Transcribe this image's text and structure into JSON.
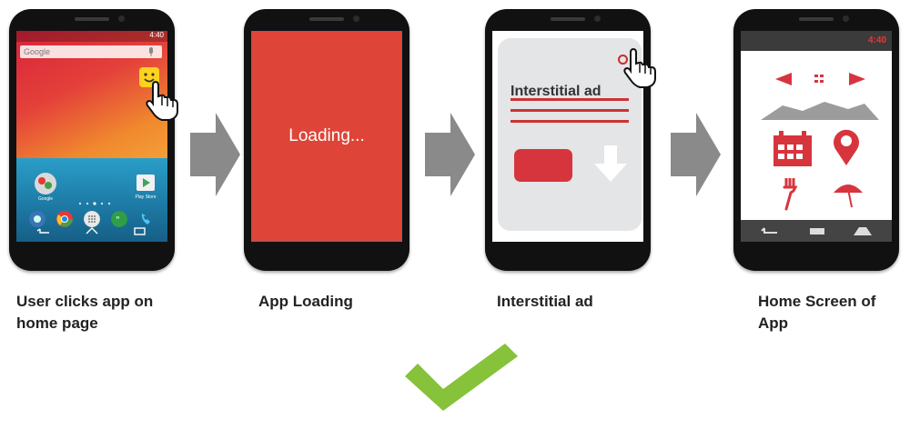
{
  "steps": [
    {
      "caption_line1": "User clicks app on",
      "caption_line2": "home page",
      "screen": {
        "search_label": "Google",
        "status_time": "4:40",
        "app_labels": [
          "Google",
          "Play Store"
        ]
      }
    },
    {
      "caption_line1": "App Loading",
      "caption_line2": "",
      "screen": {
        "loading_text": "Loading..."
      }
    },
    {
      "caption_line1": "Interstitial ad",
      "caption_line2": "",
      "screen": {
        "ad_title": "Interstitial ad"
      }
    },
    {
      "caption_line1": "Home Screen of",
      "caption_line2": "App",
      "screen": {
        "status_time": "4:40"
      }
    }
  ],
  "icons": [
    "hand-pointer-icon",
    "arrow-right-icon",
    "checkmark-icon",
    "calendar-icon",
    "map-pin-icon",
    "fork-icon",
    "umbrella-icon",
    "download-arrow-icon",
    "close-icon"
  ],
  "colors": {
    "accent_red": "#d7353d",
    "arrow_gray": "#8a8a8a",
    "check_green": "#86c23a",
    "loading_red": "#de4538"
  }
}
